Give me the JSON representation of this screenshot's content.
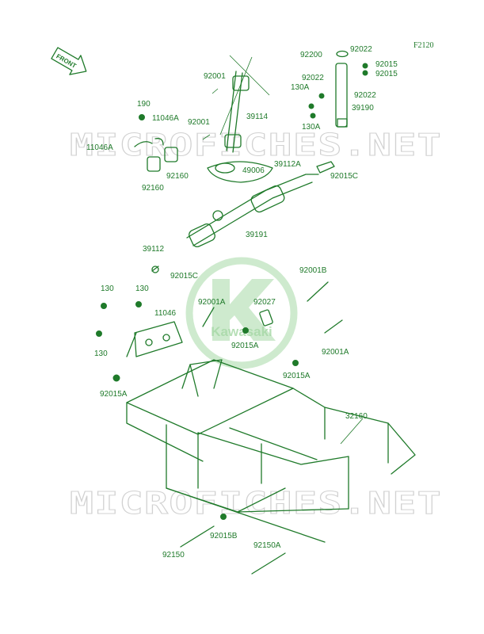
{
  "figure_code": "F2120",
  "front_marker": "FRONT",
  "watermark": "MICROFICHES.NET",
  "logo": {
    "text": "Kawasaki",
    "color": "#a6d8a6"
  },
  "accent_color": "#1f7a2a",
  "part_labels": [
    "92200",
    "92022",
    "92015",
    "92015",
    "92022",
    "130A",
    "92022",
    "39190",
    "130A",
    "92001",
    "39114",
    "190",
    "11046A",
    "92001",
    "11046A",
    "92160",
    "92160",
    "49006",
    "39112A",
    "92015C",
    "39191",
    "39112",
    "92015C",
    "92001B",
    "130",
    "130",
    "92001A",
    "92027",
    "11046",
    "130",
    "92015A",
    "92001A",
    "92015A",
    "92015A",
    "32160",
    "92015B",
    "92150",
    "92150A"
  ]
}
